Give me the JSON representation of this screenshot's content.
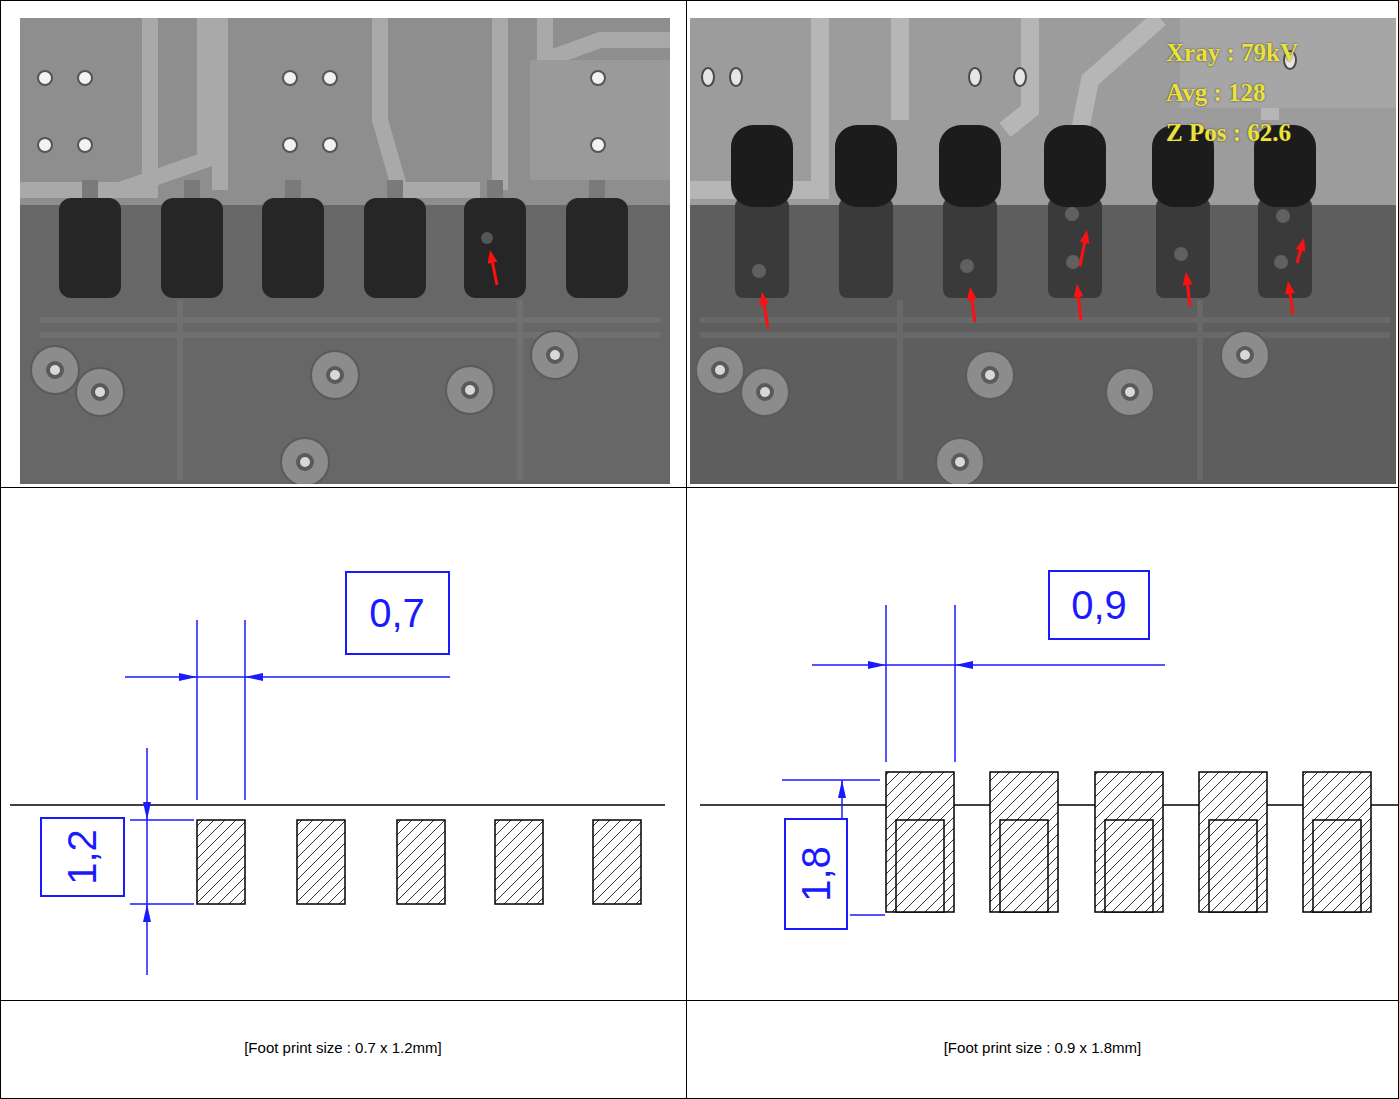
{
  "diagram": {
    "nodes": [
      {
        "text": [
          "0,7"
        ]
      },
      {
        "text": [
          "1,2"
        ]
      },
      {
        "text": [
          "0,9"
        ]
      },
      {
        "text": [
          "1,8"
        ]
      }
    ],
    "labels": [
      "Xray : 79kV",
      "Avg : 128",
      "Z Pos : 62.6",
      "[Foot print size : 0.7 x 1.2mm]",
      "[Foot print size : 0.9 x 1.8mm]"
    ]
  }
}
